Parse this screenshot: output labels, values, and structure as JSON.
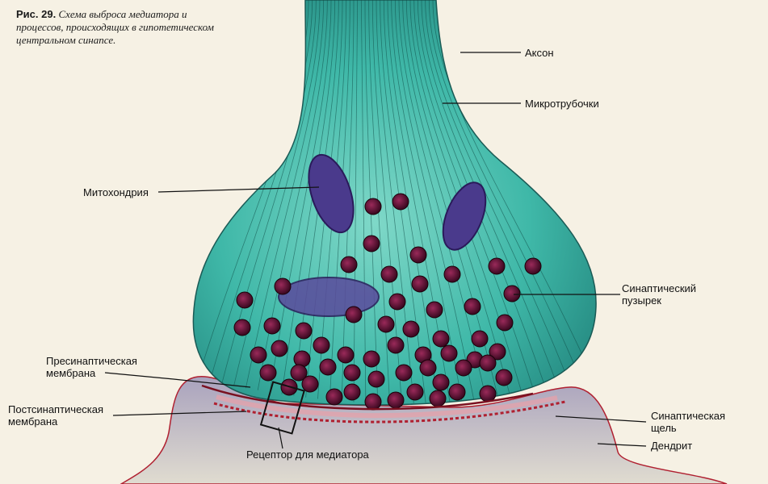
{
  "caption": {
    "figure": "Рис. 29.",
    "text": "Схема выброса медиатора и процессов, происходящих в гипотетическом центральном синапсе."
  },
  "labels": {
    "axon": "Аксон",
    "microtubules": "Микротрубочки",
    "mitochondria": "Митохондрия",
    "synaptic_vesicle_line1": "Синаптический",
    "synaptic_vesicle_line2": "пузырек",
    "presynaptic_line1": "Пресинаптическая",
    "presynaptic_line2": "мембрана",
    "postsynaptic_line1": "Постсинаптическая",
    "postsynaptic_line2": "мембрана",
    "synaptic_cleft_line1": "Синаптическая",
    "synaptic_cleft_line2": "щель",
    "dendrite": "Дендрит",
    "receptor": "Рецептор для медиатора"
  },
  "colors": {
    "terminal_fill": "#3fb8a8",
    "terminal_dark": "#1f7f78",
    "vesicle": "#5a1030",
    "mitochondria": "#4a3a8c",
    "dendrite_fill": "#b9b4c8",
    "membrane": "#b02030",
    "background": "#f6f1e4"
  }
}
